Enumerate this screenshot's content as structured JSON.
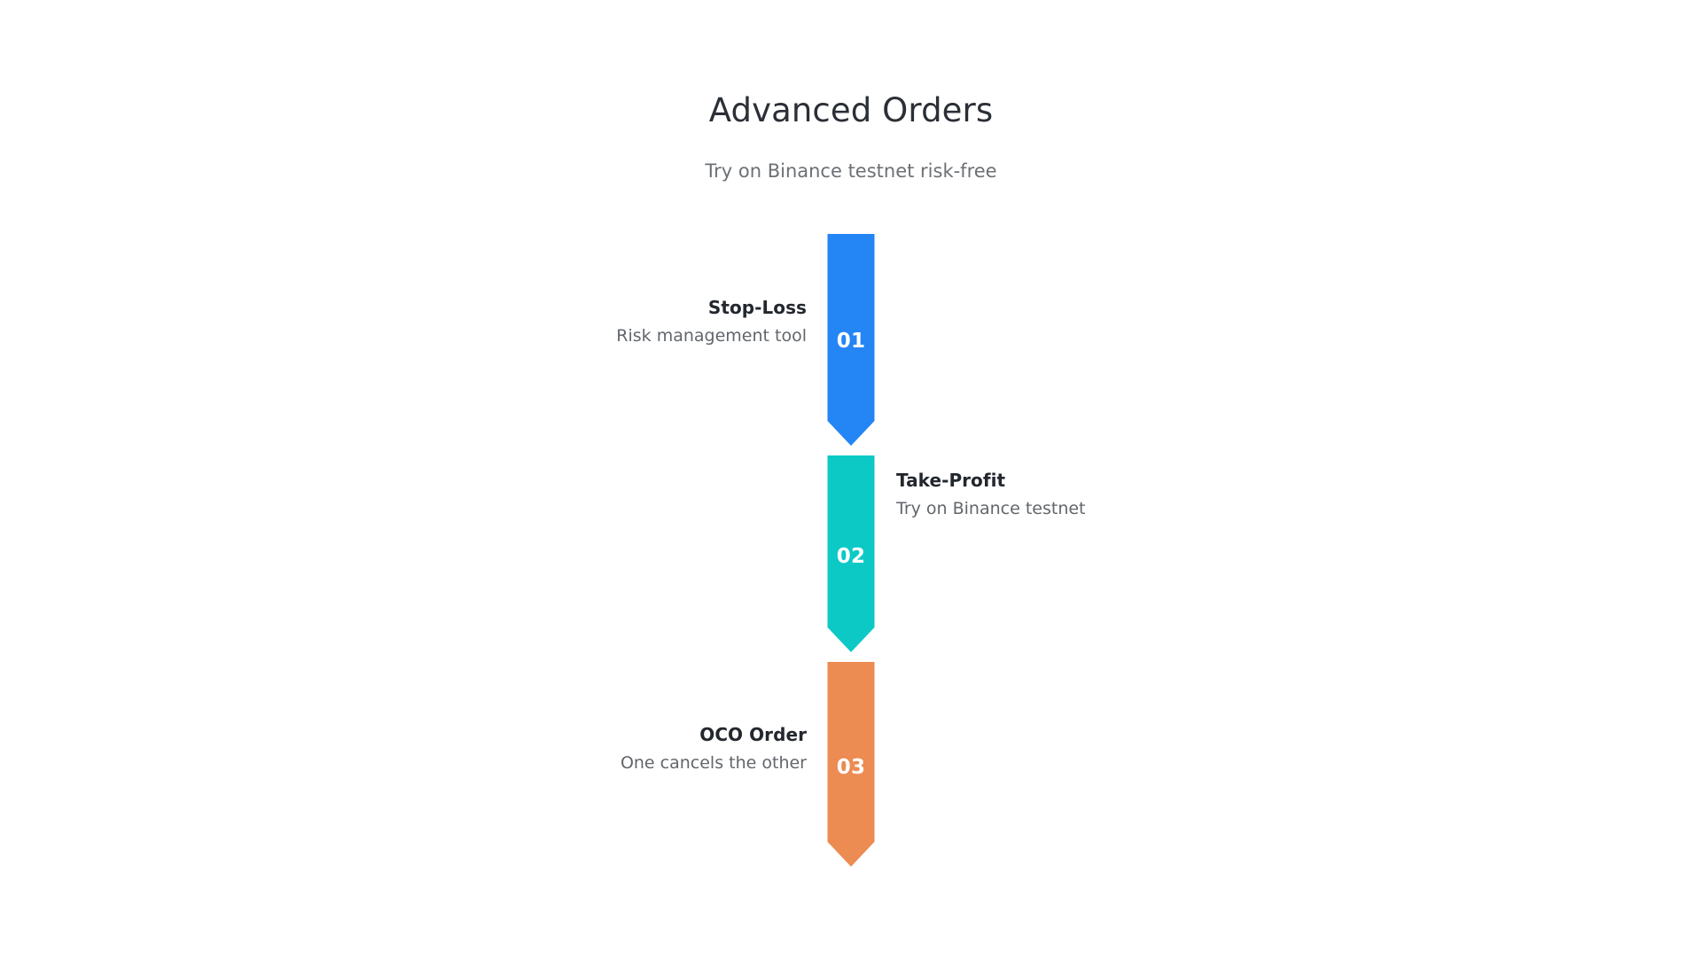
{
  "header": {
    "title": "Advanced Orders",
    "subtitle": "Try on Binance testnet risk-free"
  },
  "colors": {
    "background": "#ffffff",
    "title": "#2b2f36",
    "subtitle": "#6c7075",
    "label_title": "#23272e",
    "label_desc": "#62666c",
    "stage_1": "#2485f5",
    "stage_2": "#0cc9c6",
    "stage_3": "#ec8b52",
    "number_text": "#ffffff"
  },
  "chart_data": {
    "type": "funnel",
    "title": "Advanced Orders",
    "subtitle": "Try on Binance testnet risk-free",
    "orientation": "vertical",
    "shape": "chevron-arrow",
    "legend": "none",
    "grid": false,
    "stages": [
      {
        "number": "01",
        "title": "Stop-Loss",
        "description": "Risk management tool",
        "color": "#2485f5",
        "label_side": "left"
      },
      {
        "number": "02",
        "title": "Take-Profit",
        "description": "Try on Binance testnet",
        "color": "#0cc9c6",
        "label_side": "right"
      },
      {
        "number": "03",
        "title": "OCO Order",
        "description": "One cancels the other",
        "color": "#ec8b52",
        "label_side": "left"
      }
    ]
  }
}
